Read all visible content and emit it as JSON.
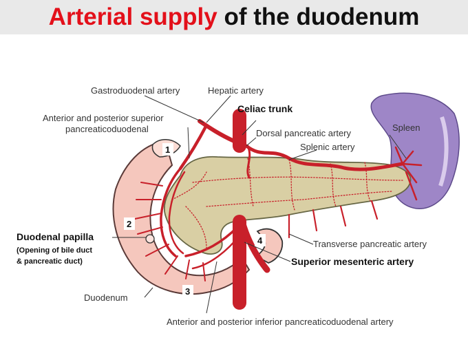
{
  "title": {
    "part1": "Arterial supply",
    "part2": " of the duodenum"
  },
  "labels": {
    "gastroduodenal": "Gastroduodenal artery",
    "hepatic": "Hepatic artery",
    "sup_pd_1": "Anterior and posterior superior",
    "sup_pd_2": "pancreaticoduodenal",
    "celiac": "Celiac trunk",
    "dorsal_pancreatic": "Dorsal pancreatic artery",
    "splenic_artery": "Splenic artery",
    "spleen": "Spleen",
    "papilla": "Duodenal papilla",
    "papilla_note_1": "(Opening of bile duct",
    "papilla_note_2": "& pancreatic duct)",
    "transverse_pancreatic": "Transverse pancreatic artery",
    "sma": "Superior mesenteric artery",
    "duodenum": "Duodenum",
    "inf_pd": "Anterior and posterior inferior pancreaticoduodenal artery"
  },
  "parts": [
    "1",
    "2",
    "3",
    "4"
  ],
  "colors": {
    "title_red": "#e3101a",
    "artery": "#c8202a",
    "pancreas": "#d9cfa4",
    "duodenum": "#f5c7bd",
    "spleen": "#9e86c7"
  }
}
